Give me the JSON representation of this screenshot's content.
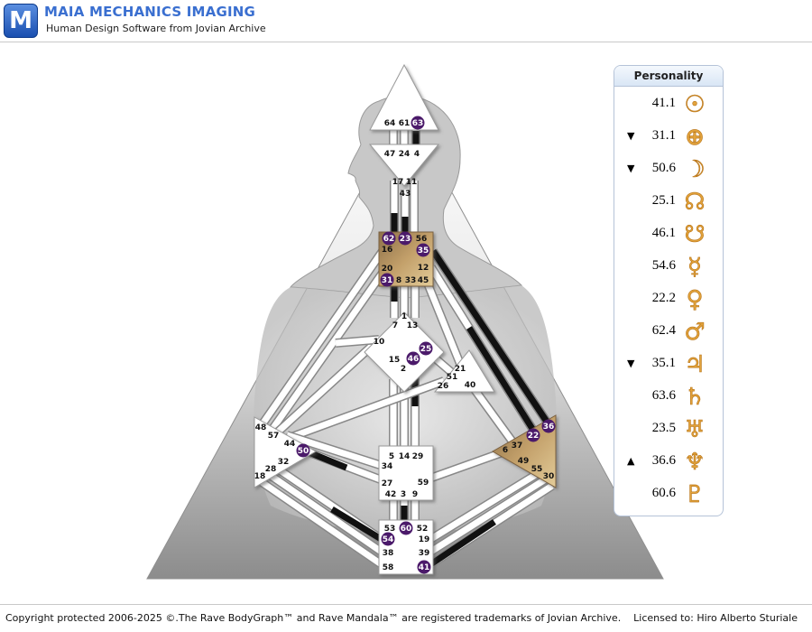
{
  "header": {
    "logo_letter": "M",
    "title": "MAIA MECHANICS IMAGING",
    "subtitle": "Human Design Software from Jovian Archive"
  },
  "colors": {
    "accent": "#3a6fd0",
    "gate_badge": "#4b1a6a",
    "defined_center": "#b8955a",
    "channel_defined": "#111111",
    "channel_open": "#ffffff"
  },
  "bodygraph": {
    "head": {
      "gates": [
        "64",
        "61",
        "63"
      ]
    },
    "ajna": {
      "gates": [
        "47",
        "24",
        "4",
        "17",
        "11",
        "43"
      ]
    },
    "throat": {
      "gates": [
        "62",
        "23",
        "56",
        "16",
        "35",
        "20",
        "12",
        "31",
        "8",
        "33",
        "45"
      ]
    },
    "g_center": {
      "gates": [
        "1",
        "7",
        "13",
        "10",
        "25",
        "15",
        "46",
        "2"
      ]
    },
    "ego": {
      "gates": [
        "21",
        "51",
        "26",
        "40"
      ]
    },
    "spleen": {
      "gates": [
        "48",
        "57",
        "44",
        "50",
        "32",
        "28",
        "18"
      ]
    },
    "sacral": {
      "gates": [
        "5",
        "14",
        "29",
        "34",
        "27",
        "59",
        "42",
        "3",
        "9"
      ]
    },
    "solar_plexus": {
      "gates": [
        "36",
        "22",
        "37",
        "6",
        "49",
        "55",
        "30"
      ]
    },
    "root": {
      "gates": [
        "53",
        "60",
        "52",
        "54",
        "19",
        "38",
        "39",
        "58",
        "41"
      ]
    }
  },
  "personality": {
    "title": "Personality",
    "rows": [
      {
        "value": "41.1",
        "arrow": "",
        "icon": "sun-icon",
        "symbol": "☉"
      },
      {
        "value": "31.1",
        "arrow": "▼",
        "icon": "earth-icon",
        "symbol": "⊕"
      },
      {
        "value": "50.6",
        "arrow": "▼",
        "icon": "moon-icon",
        "symbol": "☽"
      },
      {
        "value": "25.1",
        "arrow": "",
        "icon": "north-node-icon",
        "symbol": "☊"
      },
      {
        "value": "46.1",
        "arrow": "",
        "icon": "south-node-icon",
        "symbol": "☋"
      },
      {
        "value": "54.6",
        "arrow": "",
        "icon": "mercury-icon",
        "symbol": "☿"
      },
      {
        "value": "22.2",
        "arrow": "",
        "icon": "venus-icon",
        "symbol": "♀"
      },
      {
        "value": "62.4",
        "arrow": "",
        "icon": "mars-icon",
        "symbol": "♂"
      },
      {
        "value": "35.1",
        "arrow": "▼",
        "icon": "jupiter-icon",
        "symbol": "♃"
      },
      {
        "value": "63.6",
        "arrow": "",
        "icon": "saturn-icon",
        "symbol": "♄"
      },
      {
        "value": "23.5",
        "arrow": "",
        "icon": "uranus-icon",
        "symbol": "♅"
      },
      {
        "value": "36.6",
        "arrow": "▲",
        "icon": "neptune-icon",
        "symbol": "♆"
      },
      {
        "value": "60.6",
        "arrow": "",
        "icon": "pluto-icon",
        "symbol": "♇"
      }
    ]
  },
  "footer": {
    "copyright": "Copyright protected 2006-2025 ©.The Rave BodyGraph™ and Rave Mandala™ are registered trademarks of Jovian Archive.",
    "license": "Licensed to: Hiro Alberto Sturiale"
  }
}
